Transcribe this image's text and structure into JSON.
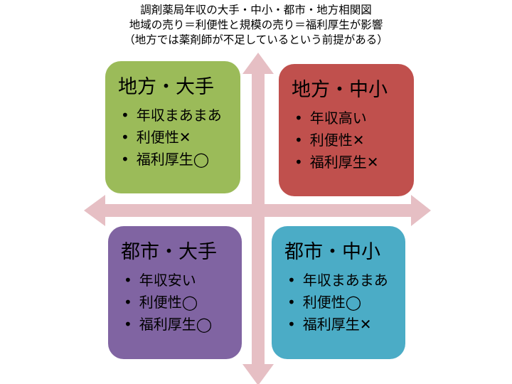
{
  "title": {
    "line1": "調剤薬局年収の大手・中小・都市・地方相関図",
    "line2": "地域の売り＝利便性と規模の売り＝福利厚生が影響",
    "line3": "（地方では薬剤師が不足しているという前提がある）"
  },
  "quadrants": [
    {
      "heading": "地方・大手",
      "items": [
        "年収まあまあ",
        "利便性✕",
        "福利厚生◯"
      ],
      "color": "#9bbb59"
    },
    {
      "heading": "地方・中小",
      "items": [
        "年収高い",
        "利便性✕",
        "福利厚生✕"
      ],
      "color": "#c0504d"
    },
    {
      "heading": "都市・大手",
      "items": [
        "年収安い",
        "利便性◯",
        "福利厚生◯"
      ],
      "color": "#8064a2"
    },
    {
      "heading": "都市・中小",
      "items": [
        "年収まあまあ",
        "利便性◯",
        "福利厚生✕"
      ],
      "color": "#4bacc6"
    }
  ],
  "arrow_color": "#e6bfc4"
}
